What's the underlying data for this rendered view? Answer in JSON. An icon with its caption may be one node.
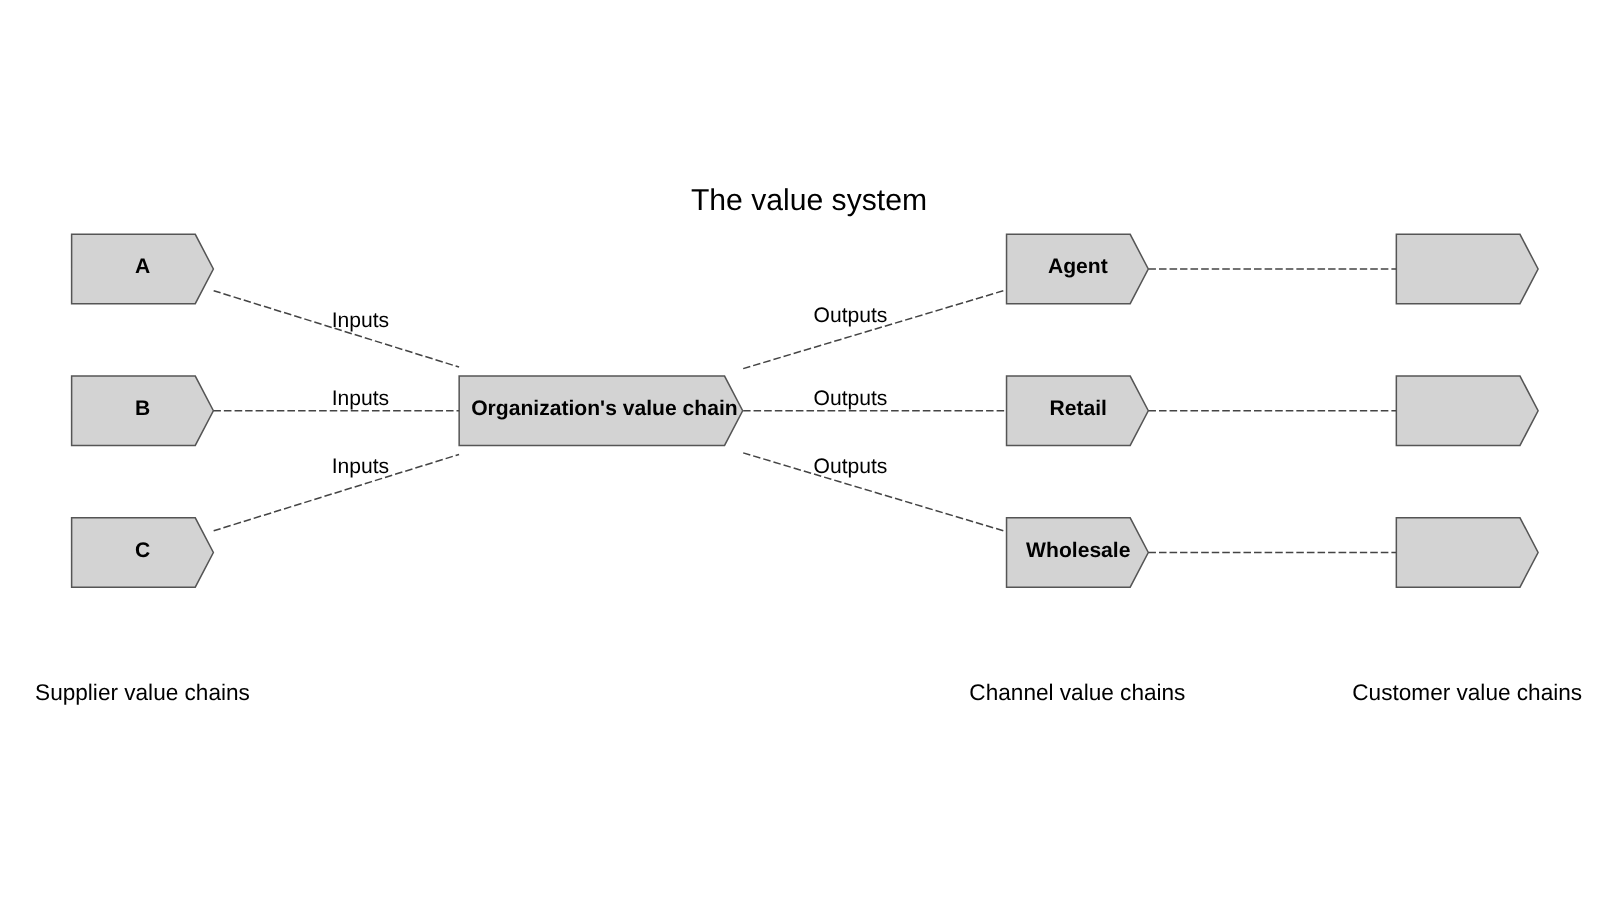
{
  "diagram": {
    "title": "The value system",
    "nodes": [
      {
        "text": [
          "A"
        ]
      },
      {
        "text": [
          "B"
        ]
      },
      {
        "text": [
          "C"
        ]
      },
      {
        "text": [
          "Organization's value chain"
        ]
      },
      {
        "text": [
          "Agent"
        ]
      },
      {
        "text": [
          "Retail"
        ]
      },
      {
        "text": [
          "Wholesale"
        ]
      },
      {
        "text": [],
        "shape": "pentagon"
      },
      {
        "text": [],
        "shape": "pentagon"
      },
      {
        "text": [],
        "shape": "pentagon"
      }
    ],
    "edges": [
      {
        "from": 0,
        "to": 3,
        "arrow": "none",
        "label": "Inputs",
        "style": "dashed"
      },
      {
        "from": 1,
        "to": 3,
        "arrow": "none",
        "label": "Inputs",
        "style": "dashed"
      },
      {
        "from": 2,
        "to": 3,
        "arrow": "none",
        "label": "Inputs",
        "style": "dashed"
      },
      {
        "from": 3,
        "to": 4,
        "arrow": "none",
        "label": "Outputs",
        "style": "dashed"
      },
      {
        "from": 3,
        "to": 5,
        "arrow": "none",
        "label": "Outputs",
        "style": "dashed"
      },
      {
        "from": 3,
        "to": 6,
        "arrow": "none",
        "label": "Outputs",
        "style": "dashed"
      },
      {
        "from": 4,
        "to": 7,
        "arrow": "none",
        "style": "dashed"
      },
      {
        "from": 5,
        "to": 8,
        "arrow": "none",
        "style": "dashed"
      },
      {
        "from": 6,
        "to": 9,
        "arrow": "none",
        "style": "dashed"
      }
    ],
    "labels": [
      "Supplier value chains",
      "Channel value chains",
      "Customer value chains"
    ]
  }
}
